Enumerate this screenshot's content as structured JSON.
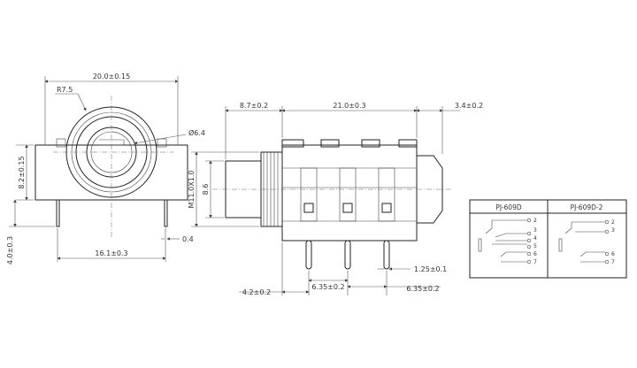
{
  "front_view": {
    "width_dim": "20.0±0.15",
    "radius": "R7.5",
    "hole_dia": "Ø6.4",
    "height_dim": "8.2±0.15",
    "pin_len_dim": "4.0±0.3",
    "pin_span_dim": "16.1±0.3",
    "pin_width_dim": "0.4"
  },
  "side_view": {
    "dim_top_left": "8.7±0.2",
    "dim_top_mid": "21.0±0.3",
    "dim_top_right": "3.4±0.2",
    "thread": "M11.0X1.0",
    "dia": "8.6",
    "dim_pin_thk": "1.25±0.1",
    "dim_bottom_left": "4.2±0.2",
    "pitch_1": "6.35±0.2",
    "pitch_2": "6.35±0.2"
  },
  "schematic": {
    "col1_title": "PJ-609D",
    "col2_title": "PJ-609D-2",
    "col1_pins": [
      "2",
      "3",
      "4",
      "5",
      "6",
      "7"
    ],
    "col2_pins": [
      "2",
      "3",
      "6",
      "7"
    ]
  }
}
